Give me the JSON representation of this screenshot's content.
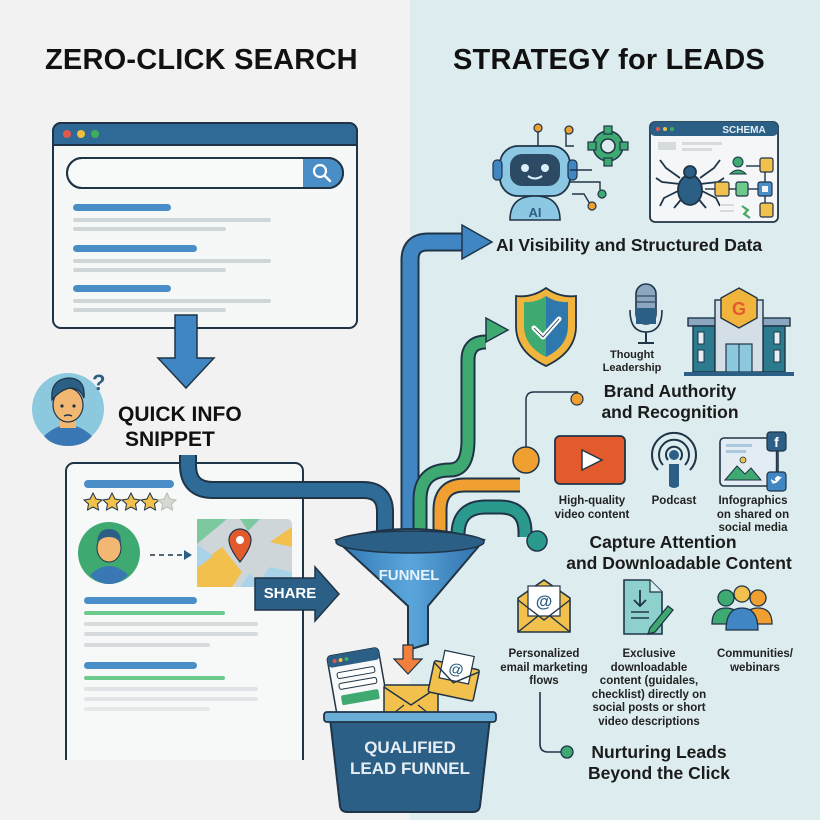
{
  "left_panel": {
    "title": "ZERO-CLICK SEARCH",
    "browser": {
      "window_dots": [
        "red",
        "yellow",
        "green"
      ],
      "search_input_placeholder": "",
      "search_icon": "search-icon",
      "result_count": 3
    },
    "snippet_label": "QUICK INFO\nSNIPPET",
    "snippet_label_lines": [
      "QUICK INFO",
      "SNIPPET"
    ],
    "snippet_card": {
      "rating": {
        "filled_stars": 4,
        "total_stars": 5
      },
      "map_icon": "map-pin-icon",
      "share_label": "SHARE"
    }
  },
  "right_panel": {
    "title": "STRATEGY for LEADS",
    "sections": [
      {
        "heading": "AI Visibility and Structured Data",
        "icons": [
          {
            "name": "ai-robot-icon",
            "label": "AI"
          },
          {
            "name": "schema-window-icon",
            "label": "SCHEMA"
          }
        ]
      },
      {
        "heading_lines": [
          "Brand Authority",
          "and Recognition"
        ],
        "icons": [
          {
            "name": "shield-check-icon",
            "label": ""
          },
          {
            "name": "microphone-icon",
            "label_lines": [
              "Thought",
              "Leadership"
            ]
          },
          {
            "name": "google-building-icon",
            "label": ""
          }
        ]
      },
      {
        "heading_lines": [
          "Capture Attention",
          "and Downloadable Content"
        ],
        "items": [
          {
            "icon": "video-play-icon",
            "label_lines": [
              "High-quality",
              "video content"
            ]
          },
          {
            "icon": "podcast-icon",
            "label_lines": [
              "Podcast"
            ]
          },
          {
            "icon": "infographic-social-icon",
            "label_lines": [
              "Infographics",
              "on shared on",
              "social media"
            ]
          }
        ]
      },
      {
        "heading_lines": [
          "Nurturing Leads",
          "Beyond the Click"
        ],
        "items": [
          {
            "icon": "email-at-icon",
            "label_lines": [
              "Personalized",
              "email marketing",
              "flows"
            ]
          },
          {
            "icon": "download-document-icon",
            "label_lines": [
              "Exclusive",
              "downloadable",
              "content (guidales,",
              "checklist) directly on",
              "social posts or short",
              "video descriptions"
            ]
          },
          {
            "icon": "community-people-icon",
            "label_lines": [
              "Communities/",
              "webinars"
            ]
          }
        ]
      }
    ]
  },
  "center": {
    "funnel_label": "FUNNEL",
    "bin_label_lines": [
      "QUALIFIED",
      "LEAD FUNNEL"
    ]
  },
  "colors": {
    "dark_blue": "#2c5f85",
    "mid_blue": "#3f86c3",
    "green": "#3eaa72",
    "orange": "#f0a030",
    "teal": "#2a9a8e",
    "red_orange": "#e35a2c",
    "yellow": "#f1c04d",
    "outline": "#1f3447"
  }
}
